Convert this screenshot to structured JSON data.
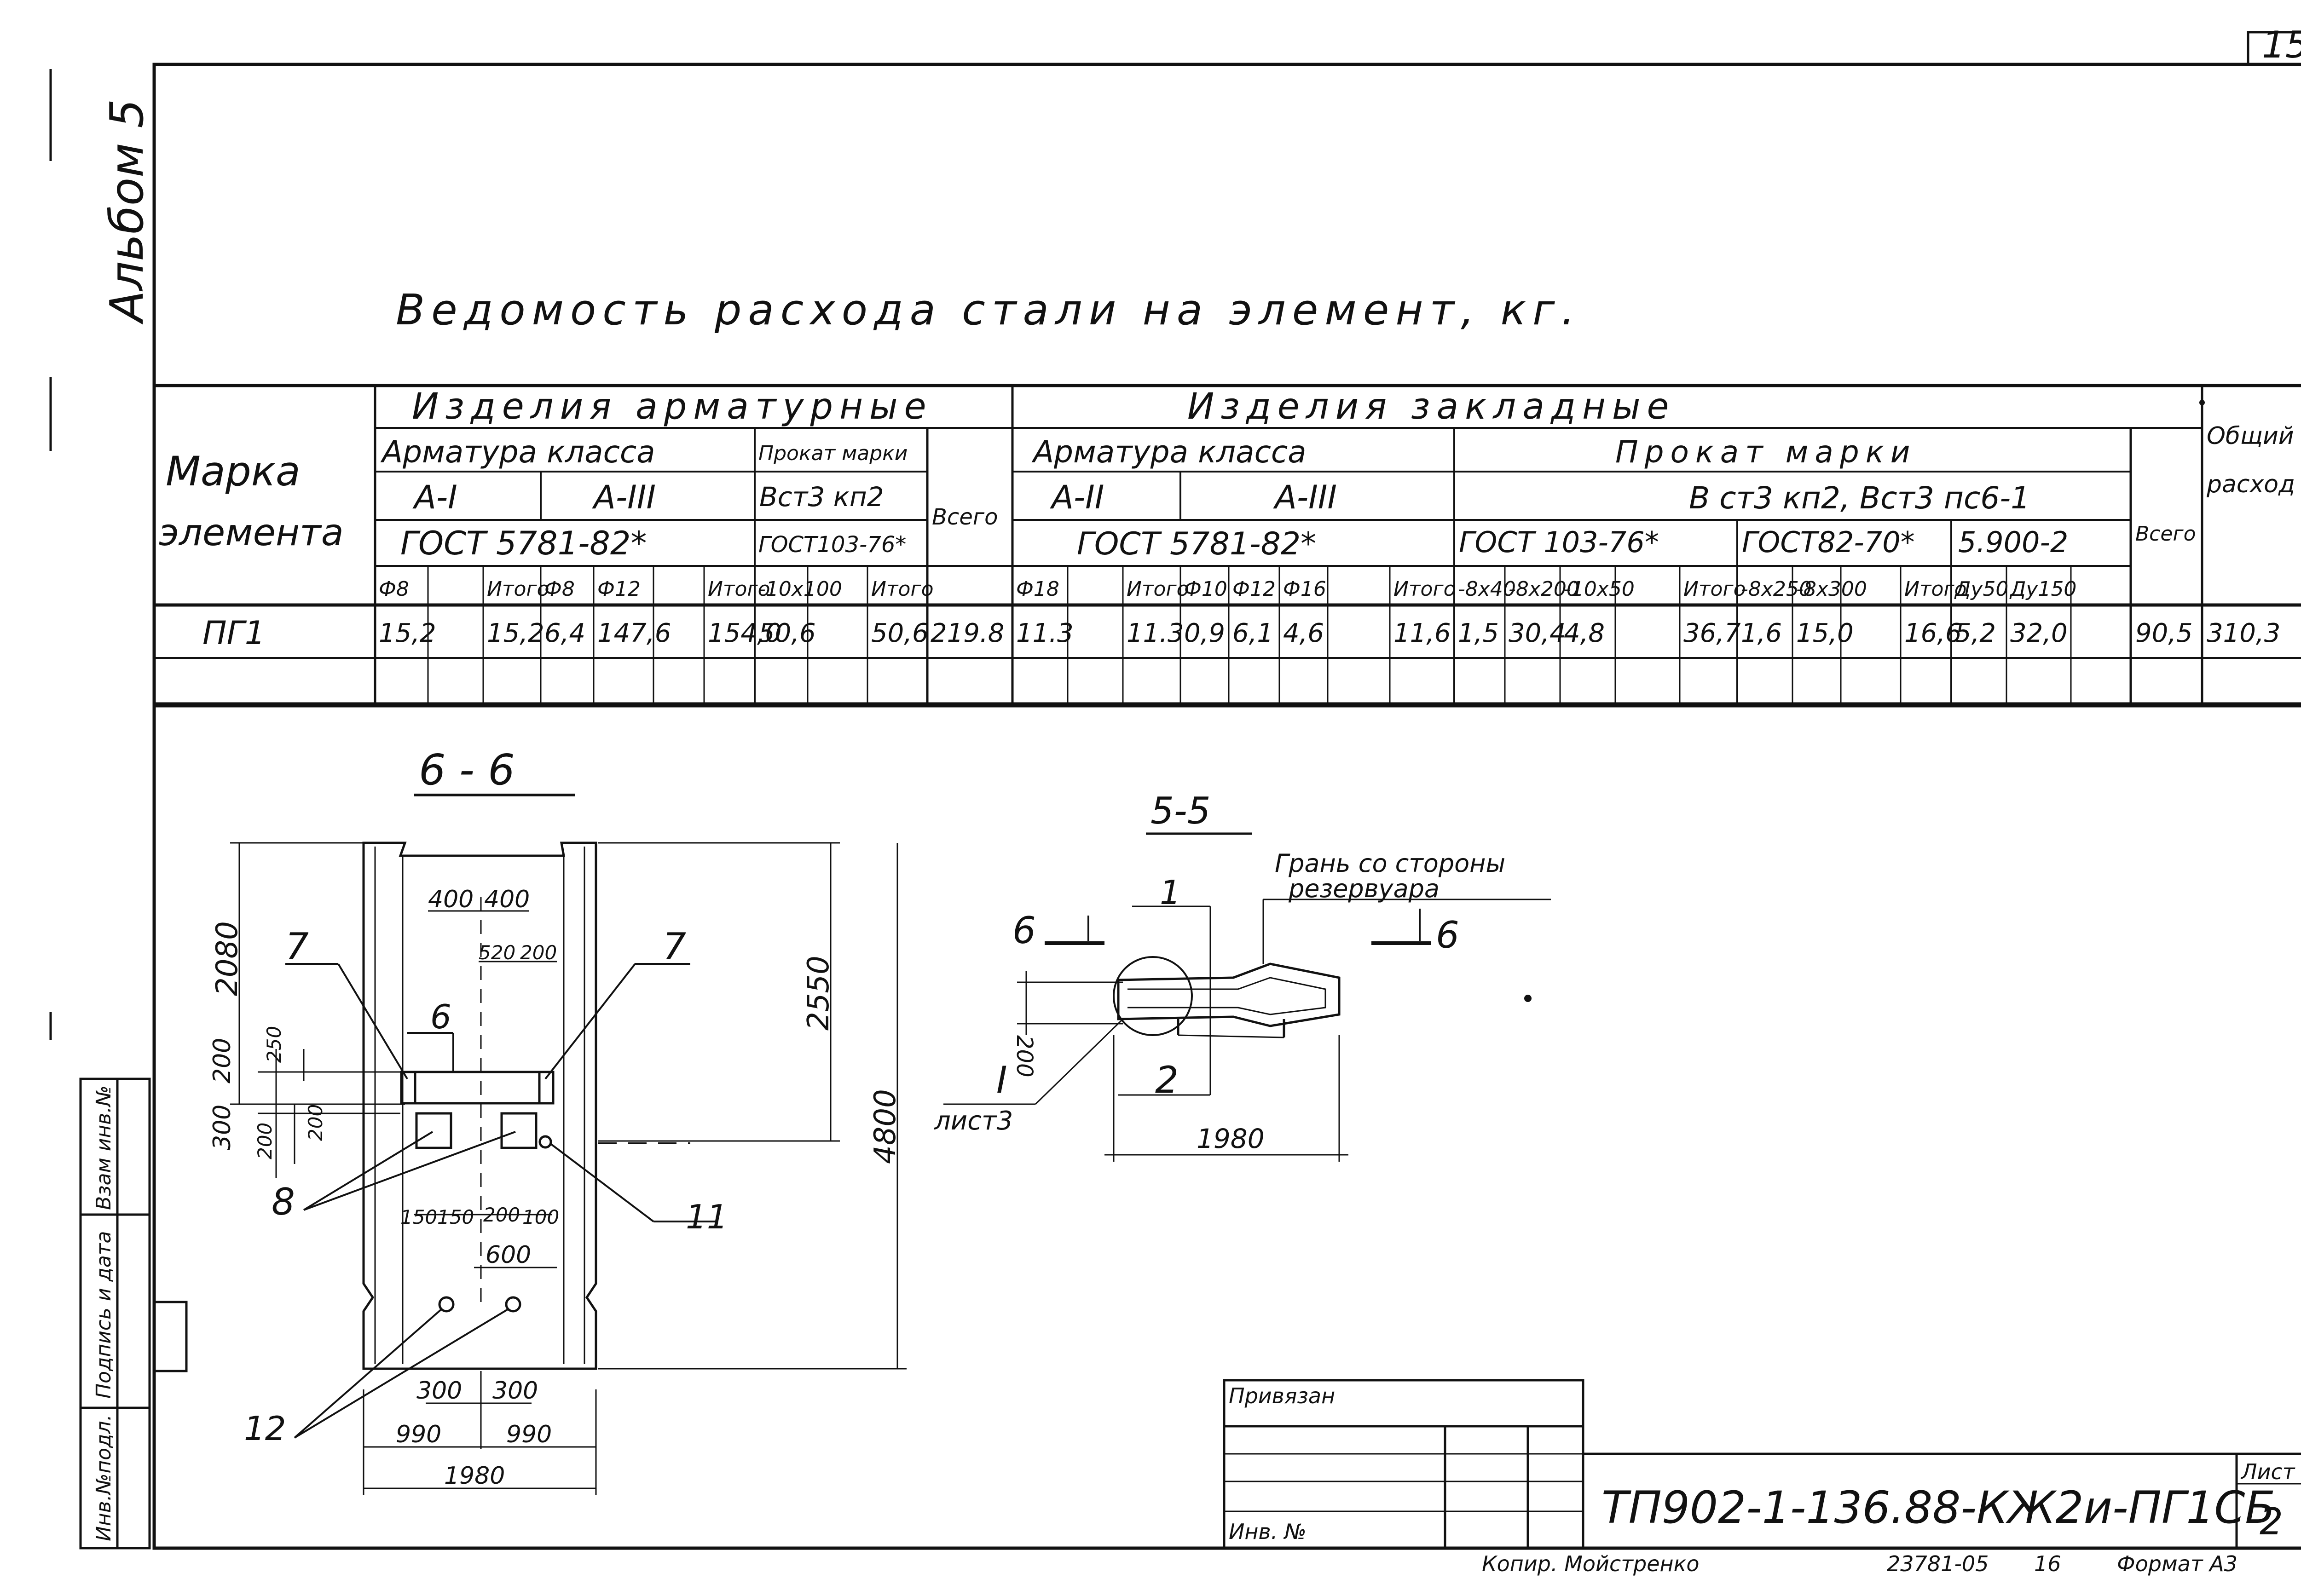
{
  "sheet": {
    "page_number": "15",
    "album": "Альбом 5",
    "title": "Ведомость расхода стали на элемент, кг."
  },
  "table": {
    "mark_header": [
      "Марка",
      "элемента"
    ],
    "group_armature": "Изделия арматурные",
    "group_embedded": "Изделия закладные",
    "total_header": [
      "Общий",
      "расход"
    ],
    "arm_class": "Арматура класса",
    "rolled_mark": "Прокат марки",
    "vsego": "Всего",
    "a1": "А-I",
    "a3": "А-III",
    "vst3kp2": "Вст3 кп2",
    "gost5781": "ГОСТ 5781-82*",
    "gost103": "ГОСТ103-76*",
    "emb_arm_class": "Арматура класса",
    "a2": "А-II",
    "a3b": "А-III",
    "emb_rolled": "Прокат марки",
    "emb_steel": "В ст3 кп2, Вст3 пс6-1",
    "emb_gost5781": "ГОСТ 5781-82*",
    "gost103b": "ГОСТ 103-76*",
    "gost82": "ГОСТ82-70*",
    "s5900": "5.900-2",
    "vsego2": "Всего",
    "col_headers": [
      "Ф8",
      "",
      "Итого",
      "Ф8",
      "Ф12",
      "",
      "Итого",
      "-10x100",
      "",
      "Итого",
      "Ф18",
      "",
      "Итого",
      "Ф10",
      "Ф12",
      "Ф16",
      "",
      "Итого",
      "-8x40",
      "-8x200",
      "-10x50",
      "",
      "Итого",
      "-8x250",
      "-8x300",
      "",
      "Итого",
      "Ду50",
      "Ду150",
      ""
    ],
    "row_mark": "ПГ1",
    "row_values": [
      "15,2",
      "",
      "15,2",
      "6,4",
      "147,6",
      "",
      "154,0",
      "50,6",
      "",
      "50,6",
      "11.3",
      "",
      "11.3",
      "0,9",
      "6,1",
      "4,6",
      "",
      "11,6",
      "1,5",
      "30,4",
      "4,8",
      "",
      "36,7",
      "1,6",
      "15,0",
      "",
      "16,6",
      "5,2",
      "32,0",
      ""
    ],
    "row_vsego_arm": "219.8",
    "row_vsego_emb": "90,5",
    "row_total": "310,3"
  },
  "section66": {
    "title": "6 - 6",
    "d_2080": "2080",
    "d_2550": "2550",
    "d_4800": "4800",
    "d_400a": "400",
    "d_400b": "400",
    "d_520": "520",
    "d_200top": "200",
    "d_250": "250",
    "d_300": "300",
    "d_200a": "200",
    "d_200b": "200",
    "d_200c": "200",
    "d_150a": "150",
    "d_150b": "150",
    "d_200d": "200",
    "d_100": "100",
    "d_600": "600",
    "d_300a": "300",
    "d_300b": "300",
    "d_990a": "990",
    "d_990b": "990",
    "d_1980": "1980",
    "mark_7a": "7",
    "mark_7b": "7",
    "mark_8": "8",
    "mark_11": "11",
    "mark_12": "12",
    "cut_label": "6"
  },
  "section55": {
    "title": "5-5",
    "note": [
      "Грань со стороны",
      "резервуара"
    ],
    "cut_left": "6",
    "cut_right": "6",
    "mark_1": "1",
    "mark_2": "2",
    "node": "I",
    "sheet_ref": "лист3",
    "d_200": "200",
    "d_1980": "1980"
  },
  "side_stamp": [
    "Инв.№подл.",
    "Подпись и дата",
    "Взам инв.№"
  ],
  "title_block": {
    "privyazan": "Привязан",
    "inv": "Инв. №",
    "doc_code": "ТП902-1-136.88-КЖ2и-ПГ1СБ",
    "sheet_label": "Лист",
    "sheet_no": "2"
  },
  "footer": {
    "copied": "Копир. Мойстренко",
    "order": "23781-05",
    "num": "16",
    "format": "Формат А3"
  }
}
